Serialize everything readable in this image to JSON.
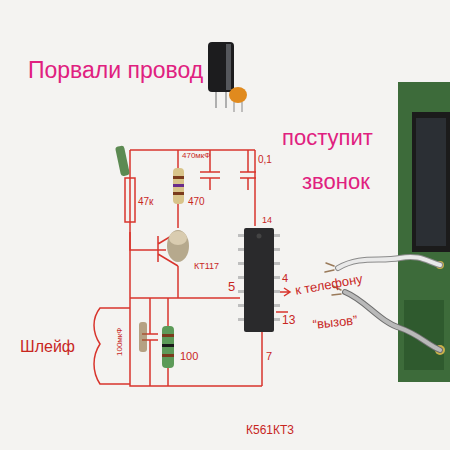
{
  "diagram": {
    "labels": [
      "Порвали провод",
      "поступит",
      "звонок",
      "47к",
      "470",
      "470мкФ",
      "0,1",
      "КТ117",
      "14",
      "5",
      "4",
      "к телефону",
      "“вызов”",
      "13",
      "7",
      "Шлейф",
      "100мкФ",
      "100",
      "К561КТ3"
    ]
  }
}
